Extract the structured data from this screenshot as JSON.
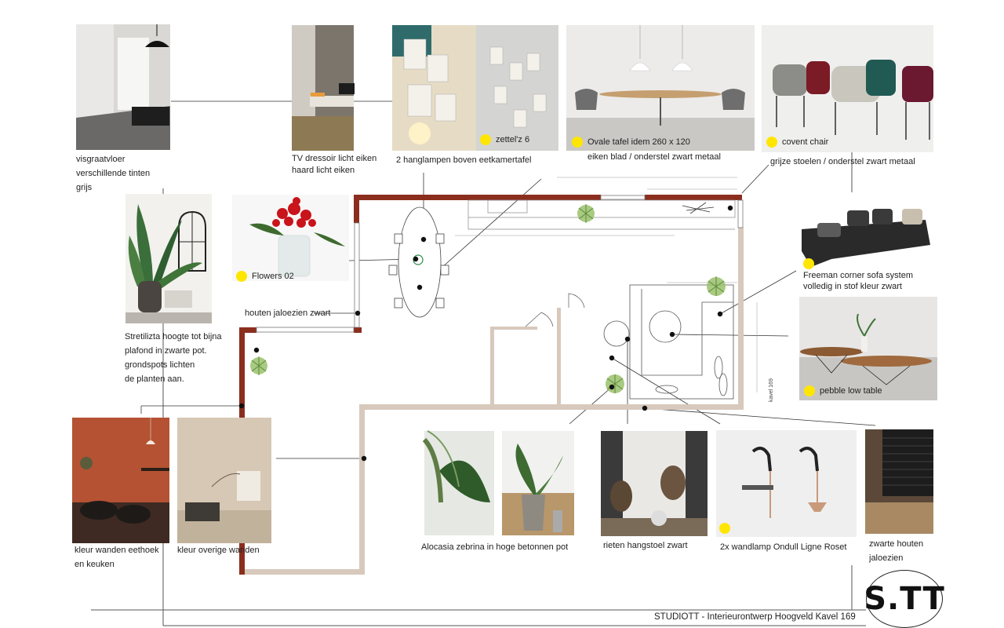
{
  "labels": {
    "floor": [
      "visgraatvloer",
      "verschillende tinten",
      "grijs"
    ],
    "tv": [
      "TV dressoir licht eiken",
      "haard licht eiken"
    ],
    "pendants": "2 hanglampen boven eetkamertafel",
    "table": "eiken blad / onderstel zwart metaal",
    "chairs": "grijze stoelen / onderstel zwart metaal",
    "sofa": [
      "Freeman corner sofa system",
      "volledig in stof kleur zwart"
    ],
    "blinds": "houten jaloezien zwart",
    "plant": [
      "Stretilizta hoogte tot bijna",
      "plafond in zwarte pot.",
      "grondspots lichten",
      "de planten aan."
    ],
    "wall_dining": [
      "kleur wanden eethoek",
      "en keuken"
    ],
    "wall_other": "kleur overige wanden",
    "alocasia": "Alocasia zebrina in hoge betonnen pot",
    "hanging_chair": "rieten hangstoel zwart",
    "wall_lamp": "2x wandlamp Ondull Ligne Roset",
    "black_blinds": [
      "zwarte houten",
      "jaloezien"
    ]
  },
  "swatches": {
    "zettelz": "zettel'z 6",
    "oval_table": "Ovale tafel idem 260 x 120",
    "covent": "covent chair",
    "flowers": "Flowers 02",
    "pebble": "pebble low table"
  },
  "floorplan": {
    "lot_label": "kavel 169"
  },
  "footer": "STUDIOTT - Interieurontwerp Hoogveld Kavel 169",
  "logo": "S.TT",
  "colors": {
    "accent_dot": "#ffe600",
    "wall_dark": "#8b2e1e",
    "wall_light": "#d7c9bc",
    "terracotta": "#b55233"
  }
}
